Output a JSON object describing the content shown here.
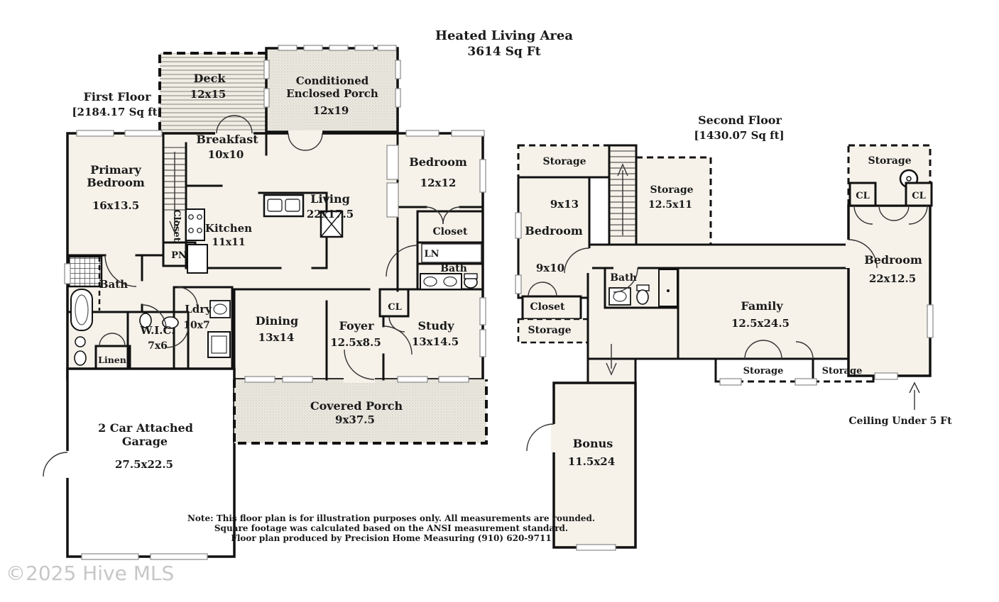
{
  "title": {
    "line1": "Heated Living Area",
    "line2": "3614 Sq Ft"
  },
  "watermark": "©2025 Hive MLS",
  "note": {
    "line1": "Note: This floor plan is for illustration purposes only. All measurements are rounded.",
    "line2": "Square footage was calculated based on the ANSI measurement standard.",
    "line3": "Floor plan produced by Precision Home Measuring (910) 620-9711"
  },
  "first_floor": {
    "title": "First Floor",
    "sqft": "[2184.17 Sq ft]",
    "rooms": {
      "deck": {
        "name": "Deck",
        "dims": "12x15"
      },
      "conditioned_porch": {
        "name1": "Conditioned",
        "name2": "Enclosed Porch",
        "dims": "12x19"
      },
      "breakfast": {
        "name": "Breakfast",
        "dims": "10x10"
      },
      "primary_bedroom": {
        "name1": "Primary",
        "name2": "Bedroom",
        "dims": "16x13.5"
      },
      "stair_closet": {
        "name": "Closet"
      },
      "kitchen": {
        "name": "Kitchen",
        "dims": "11x11"
      },
      "pantry": {
        "name": "PN"
      },
      "living": {
        "name": "Living",
        "dims": "22x17.5"
      },
      "bedroom": {
        "name": "Bedroom",
        "dims": "12x12"
      },
      "closet": {
        "name": "Closet"
      },
      "linen_cubby": {
        "name": "LN"
      },
      "bath_right": {
        "name": "Bath"
      },
      "bath_left": {
        "name": "Bath"
      },
      "wic": {
        "name": "W.I.C.",
        "dims": "7x6"
      },
      "linen": {
        "name": "Linen"
      },
      "laundry": {
        "name": "Ldry",
        "dims": "10x7"
      },
      "dining": {
        "name": "Dining",
        "dims": "13x14"
      },
      "foyer": {
        "name": "Foyer",
        "dims": "12.5x8.5"
      },
      "cl": {
        "name": "CL"
      },
      "study": {
        "name": "Study",
        "dims": "13x14.5"
      },
      "covered_porch": {
        "name": "Covered Porch",
        "dims": "9x37.5"
      },
      "garage": {
        "name1": "2 Car Attached",
        "name2": "Garage",
        "dims": "27.5x22.5"
      }
    }
  },
  "second_floor": {
    "title": "Second Floor",
    "sqft": "[1430.07 Sq ft]",
    "rooms": {
      "storage_top_left": {
        "name": "Storage"
      },
      "storage_mid": {
        "name": "Storage",
        "dims": "12.5x11"
      },
      "bedroom_left": {
        "name": "Bedroom",
        "dims_upper": "9x13",
        "dims_lower": "9x10"
      },
      "bath": {
        "name": "Bath"
      },
      "closet": {
        "name": "Closet"
      },
      "storage_left": {
        "name": "Storage"
      },
      "family": {
        "name": "Family",
        "dims": "12.5x24.5"
      },
      "storage_bottom_left": {
        "name": "Storage"
      },
      "storage_bottom_right": {
        "name": "Storage"
      },
      "storage_top_right": {
        "name": "Storage"
      },
      "cl_left": {
        "name": "CL"
      },
      "cl_right": {
        "name": "CL"
      },
      "bedroom_right": {
        "name": "Bedroom",
        "dims": "22x12.5"
      },
      "bonus": {
        "name": "Bonus",
        "dims": "11.5x24"
      },
      "ceiling_note": "Ceiling Under 5 Ft"
    }
  },
  "colors": {
    "room_fill": "#f6f2ea",
    "wall": "#111111",
    "porch_fill": "#ece9e1",
    "watermark": "#c7c7c7"
  }
}
